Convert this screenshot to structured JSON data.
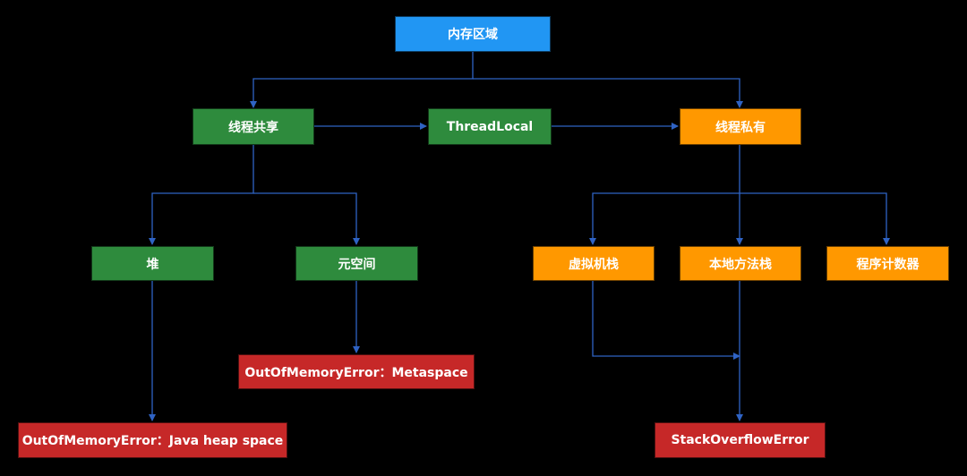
{
  "colors": {
    "root": "#2196f3",
    "shared": "#2e8b3d",
    "private": "#ff9800",
    "error": "#c62828",
    "edge": "#2f63c4",
    "background": "#000000"
  },
  "nodes": {
    "memory_area": "内存区域",
    "thread_shared": "线程共享",
    "thread_local": "ThreadLocal",
    "thread_private": "线程私有",
    "heap": "堆",
    "metaspace": "元空间",
    "vm_stack": "虚拟机栈",
    "native_stack": "本地方法栈",
    "program_counter": "程序计数器",
    "oom_metaspace": "OutOfMemoryError：Metaspace",
    "oom_heap": "OutOfMemoryError：Java heap space",
    "stack_overflow": "StackOverflowError"
  }
}
